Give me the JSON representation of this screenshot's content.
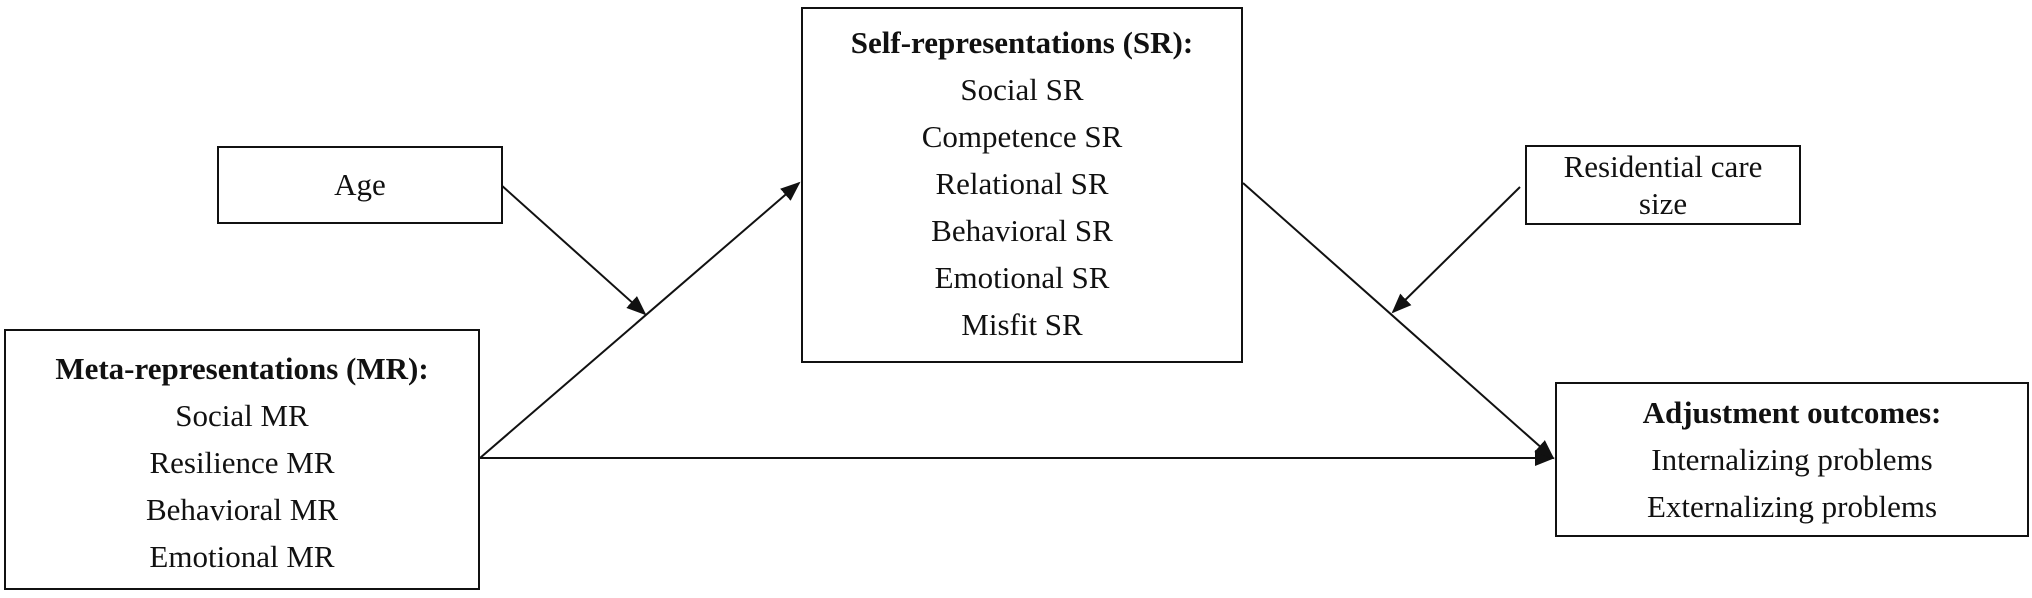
{
  "diagram": {
    "line_color": "#111111",
    "age": {
      "label": "Age"
    },
    "meta_representations": {
      "heading": "Meta-representations (MR):",
      "items": [
        "Social MR",
        "Resilience MR",
        "Behavioral MR",
        "Emotional MR"
      ]
    },
    "self_representations": {
      "heading": "Self-representations (SR):",
      "items": [
        "Social SR",
        "Competence SR",
        "Relational SR",
        "Behavioral SR",
        "Emotional SR",
        "Misfit SR"
      ]
    },
    "residential_care_size": {
      "line1": "Residential care",
      "line2": "size"
    },
    "adjustment_outcomes": {
      "heading": "Adjustment outcomes:",
      "items": [
        "Internalizing problems",
        "Externalizing problems"
      ]
    }
  }
}
